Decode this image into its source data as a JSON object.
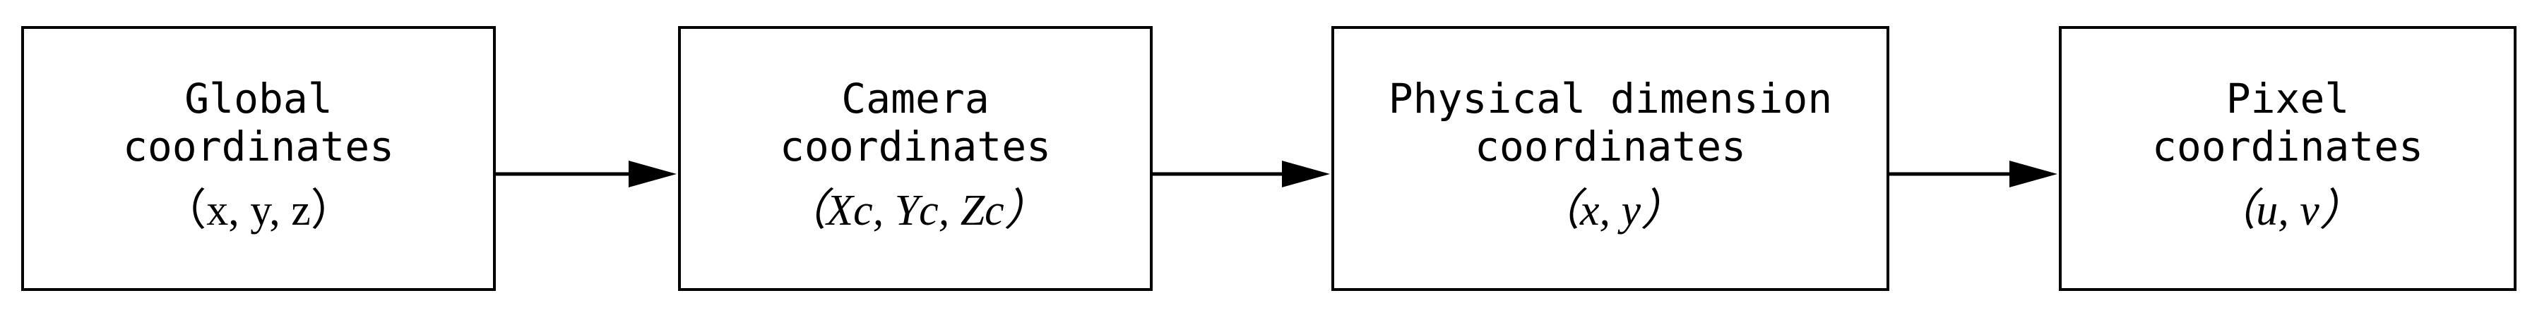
{
  "diagram": {
    "boxes": [
      {
        "lines": [
          "Global",
          "coordinates"
        ],
        "coords": "（x, y, z）"
      },
      {
        "lines": [
          "Camera",
          "coordinates"
        ],
        "coords": "（Xc, Yc, Zc）"
      },
      {
        "lines": [
          "Physical dimension",
          "coordinates"
        ],
        "coords": "（x, y）"
      },
      {
        "lines": [
          "Pixel",
          "coordinates"
        ],
        "coords": "（u, v）"
      }
    ]
  }
}
